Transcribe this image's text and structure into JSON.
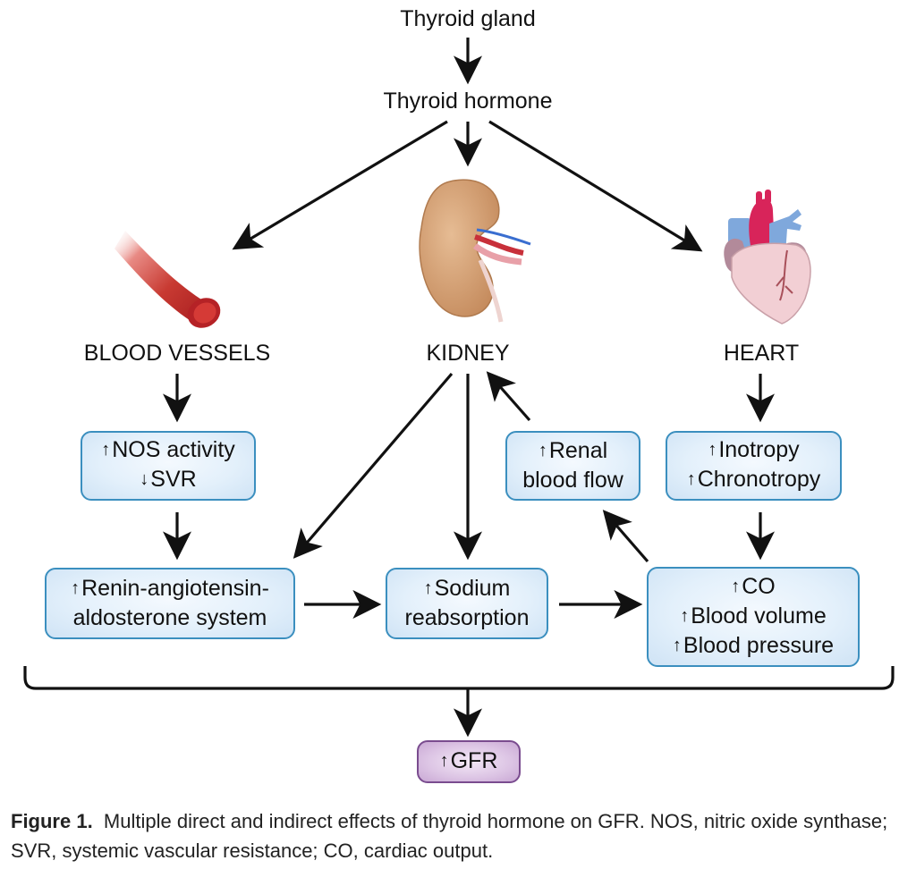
{
  "nodes": {
    "thyroid_gland": "Thyroid gland",
    "thyroid_hormone": "Thyroid hormone",
    "blood_vessels": "BLOOD VESSELS",
    "kidney": "KIDNEY",
    "heart": "HEART"
  },
  "boxes": {
    "nos": {
      "lines": [
        {
          "arrow": "↑",
          "text": "NOS activity"
        },
        {
          "arrow": "↓",
          "text": "SVR"
        }
      ]
    },
    "renal": {
      "lines": [
        {
          "arrow": "↑",
          "text": "Renal"
        },
        {
          "arrow": "",
          "text": "blood flow"
        }
      ]
    },
    "inotropy": {
      "lines": [
        {
          "arrow": "↑",
          "text": "Inotropy"
        },
        {
          "arrow": "↑",
          "text": "Chronotropy"
        }
      ]
    },
    "raas": {
      "lines": [
        {
          "arrow": "↑",
          "text": "Renin-angiotensin-"
        },
        {
          "arrow": "",
          "text": "aldosterone system"
        }
      ]
    },
    "sodium": {
      "lines": [
        {
          "arrow": "↑",
          "text": "Sodium"
        },
        {
          "arrow": "",
          "text": "reabsorption"
        }
      ]
    },
    "co": {
      "lines": [
        {
          "arrow": "↑",
          "text": "CO"
        },
        {
          "arrow": "↑",
          "text": "Blood volume"
        },
        {
          "arrow": "↑",
          "text": "Blood pressure"
        }
      ]
    },
    "gfr": {
      "lines": [
        {
          "arrow": "↑",
          "text": "GFR"
        }
      ]
    }
  },
  "icons": {
    "blood_vessel": "blood-vessel-illustration",
    "kidney": "kidney-illustration",
    "heart": "heart-illustration"
  },
  "colors": {
    "box_border": "#3b8fbf",
    "box_fill": "#e3f0fb",
    "gfr_border": "#7a4c8f",
    "gfr_fill": "#dcc4e4",
    "vessel": "#c0282a",
    "kidney": "#d4a27a",
    "heart_aorta": "#d8245a",
    "heart_vein": "#7fa8dc",
    "heart_body": "#f2cfd4"
  },
  "caption": {
    "label": "Figure 1.",
    "text": "Multiple direct and indirect effects of thyroid hormone on GFR. NOS, nitric oxide synthase; SVR, systemic vascular resistance; CO, cardiac output."
  }
}
